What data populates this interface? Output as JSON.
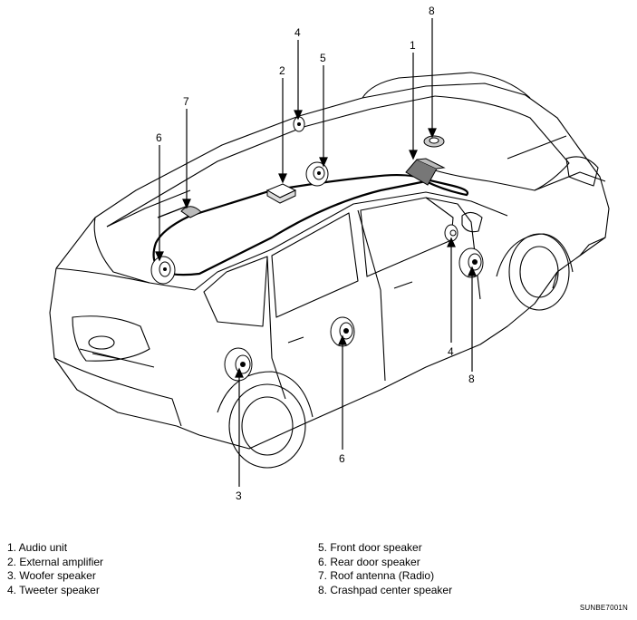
{
  "callouts": {
    "c1": "1",
    "c2": "2",
    "c3": "3",
    "c4_top": "4",
    "c4_side": "4",
    "c5": "5",
    "c6_left": "6",
    "c6_door": "6",
    "c7": "7",
    "c8_top": "8",
    "c8_side": "8"
  },
  "legend": {
    "left": [
      "1. Audio unit",
      "2. External amplifier",
      "3. Woofer speaker",
      "4. Tweeter speaker"
    ],
    "right": [
      "5. Front door speaker",
      "6. Rear door speaker",
      "7. Roof antenna (Radio)",
      "8. Crashpad center speaker"
    ]
  },
  "figure_code": "SUNBE7001N"
}
